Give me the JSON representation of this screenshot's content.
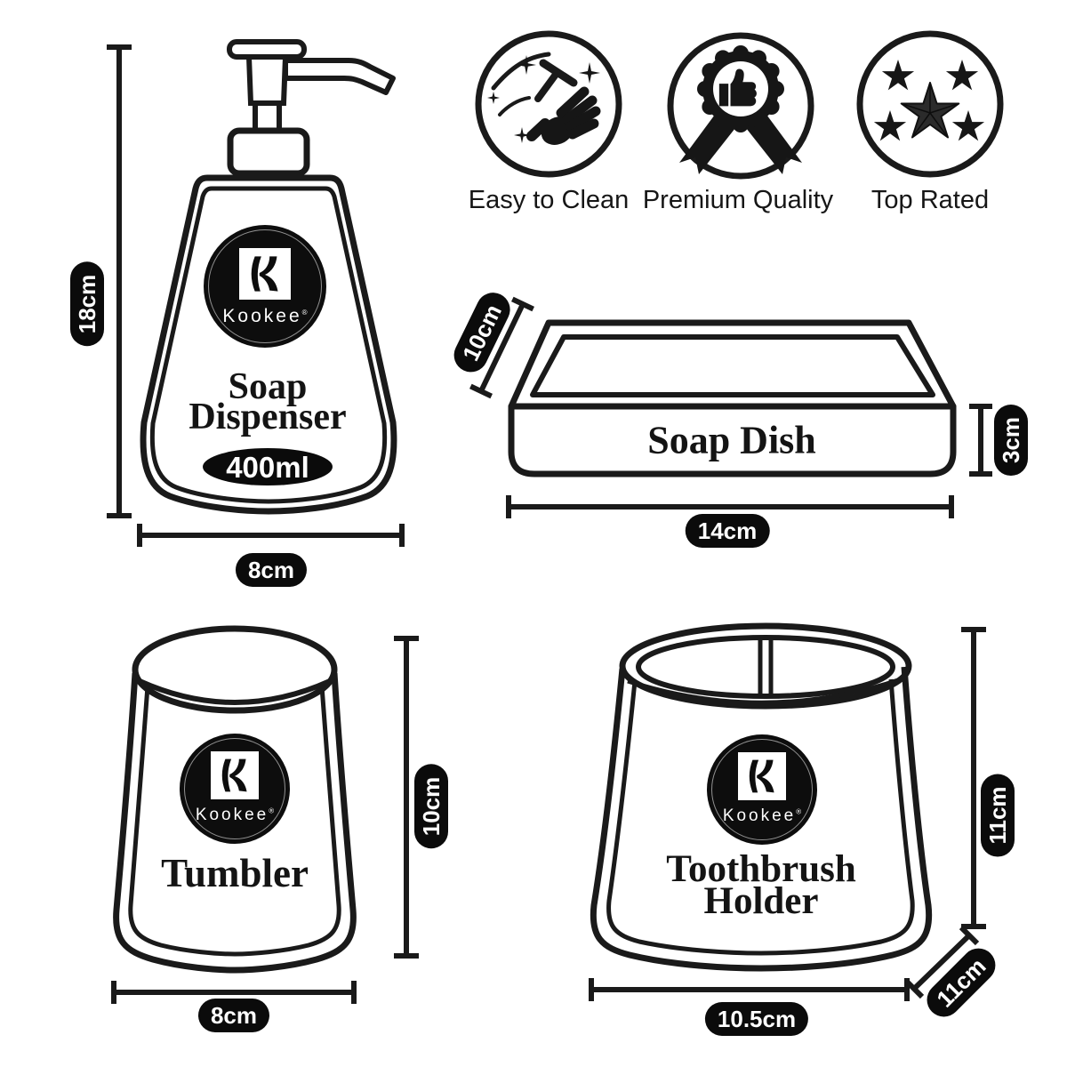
{
  "brand": {
    "wordmark": "Kookee",
    "reg": "®"
  },
  "badges": {
    "items": [
      {
        "label": "Easy to Clean"
      },
      {
        "label": "Premium Quality"
      },
      {
        "label": "Top Rated"
      }
    ]
  },
  "products": {
    "soap_dispenser": {
      "name_line1": "Soap",
      "name_line2": "Dispenser",
      "capacity": "400ml",
      "height": "18cm",
      "width": "8cm"
    },
    "soap_dish": {
      "name": "Soap Dish",
      "depth": "10cm",
      "height": "3cm",
      "width": "14cm"
    },
    "tumbler": {
      "name": "Tumbler",
      "height": "10cm",
      "width": "8cm"
    },
    "toothbrush_holder": {
      "name_line1": "Toothbrush",
      "name_line2": "Holder",
      "height": "11cm",
      "depth": "11cm",
      "width": "10.5cm"
    }
  },
  "colors": {
    "line": "#1a1a1a",
    "pill_bg": "#0b0b0b",
    "pill_text": "#ffffff"
  }
}
